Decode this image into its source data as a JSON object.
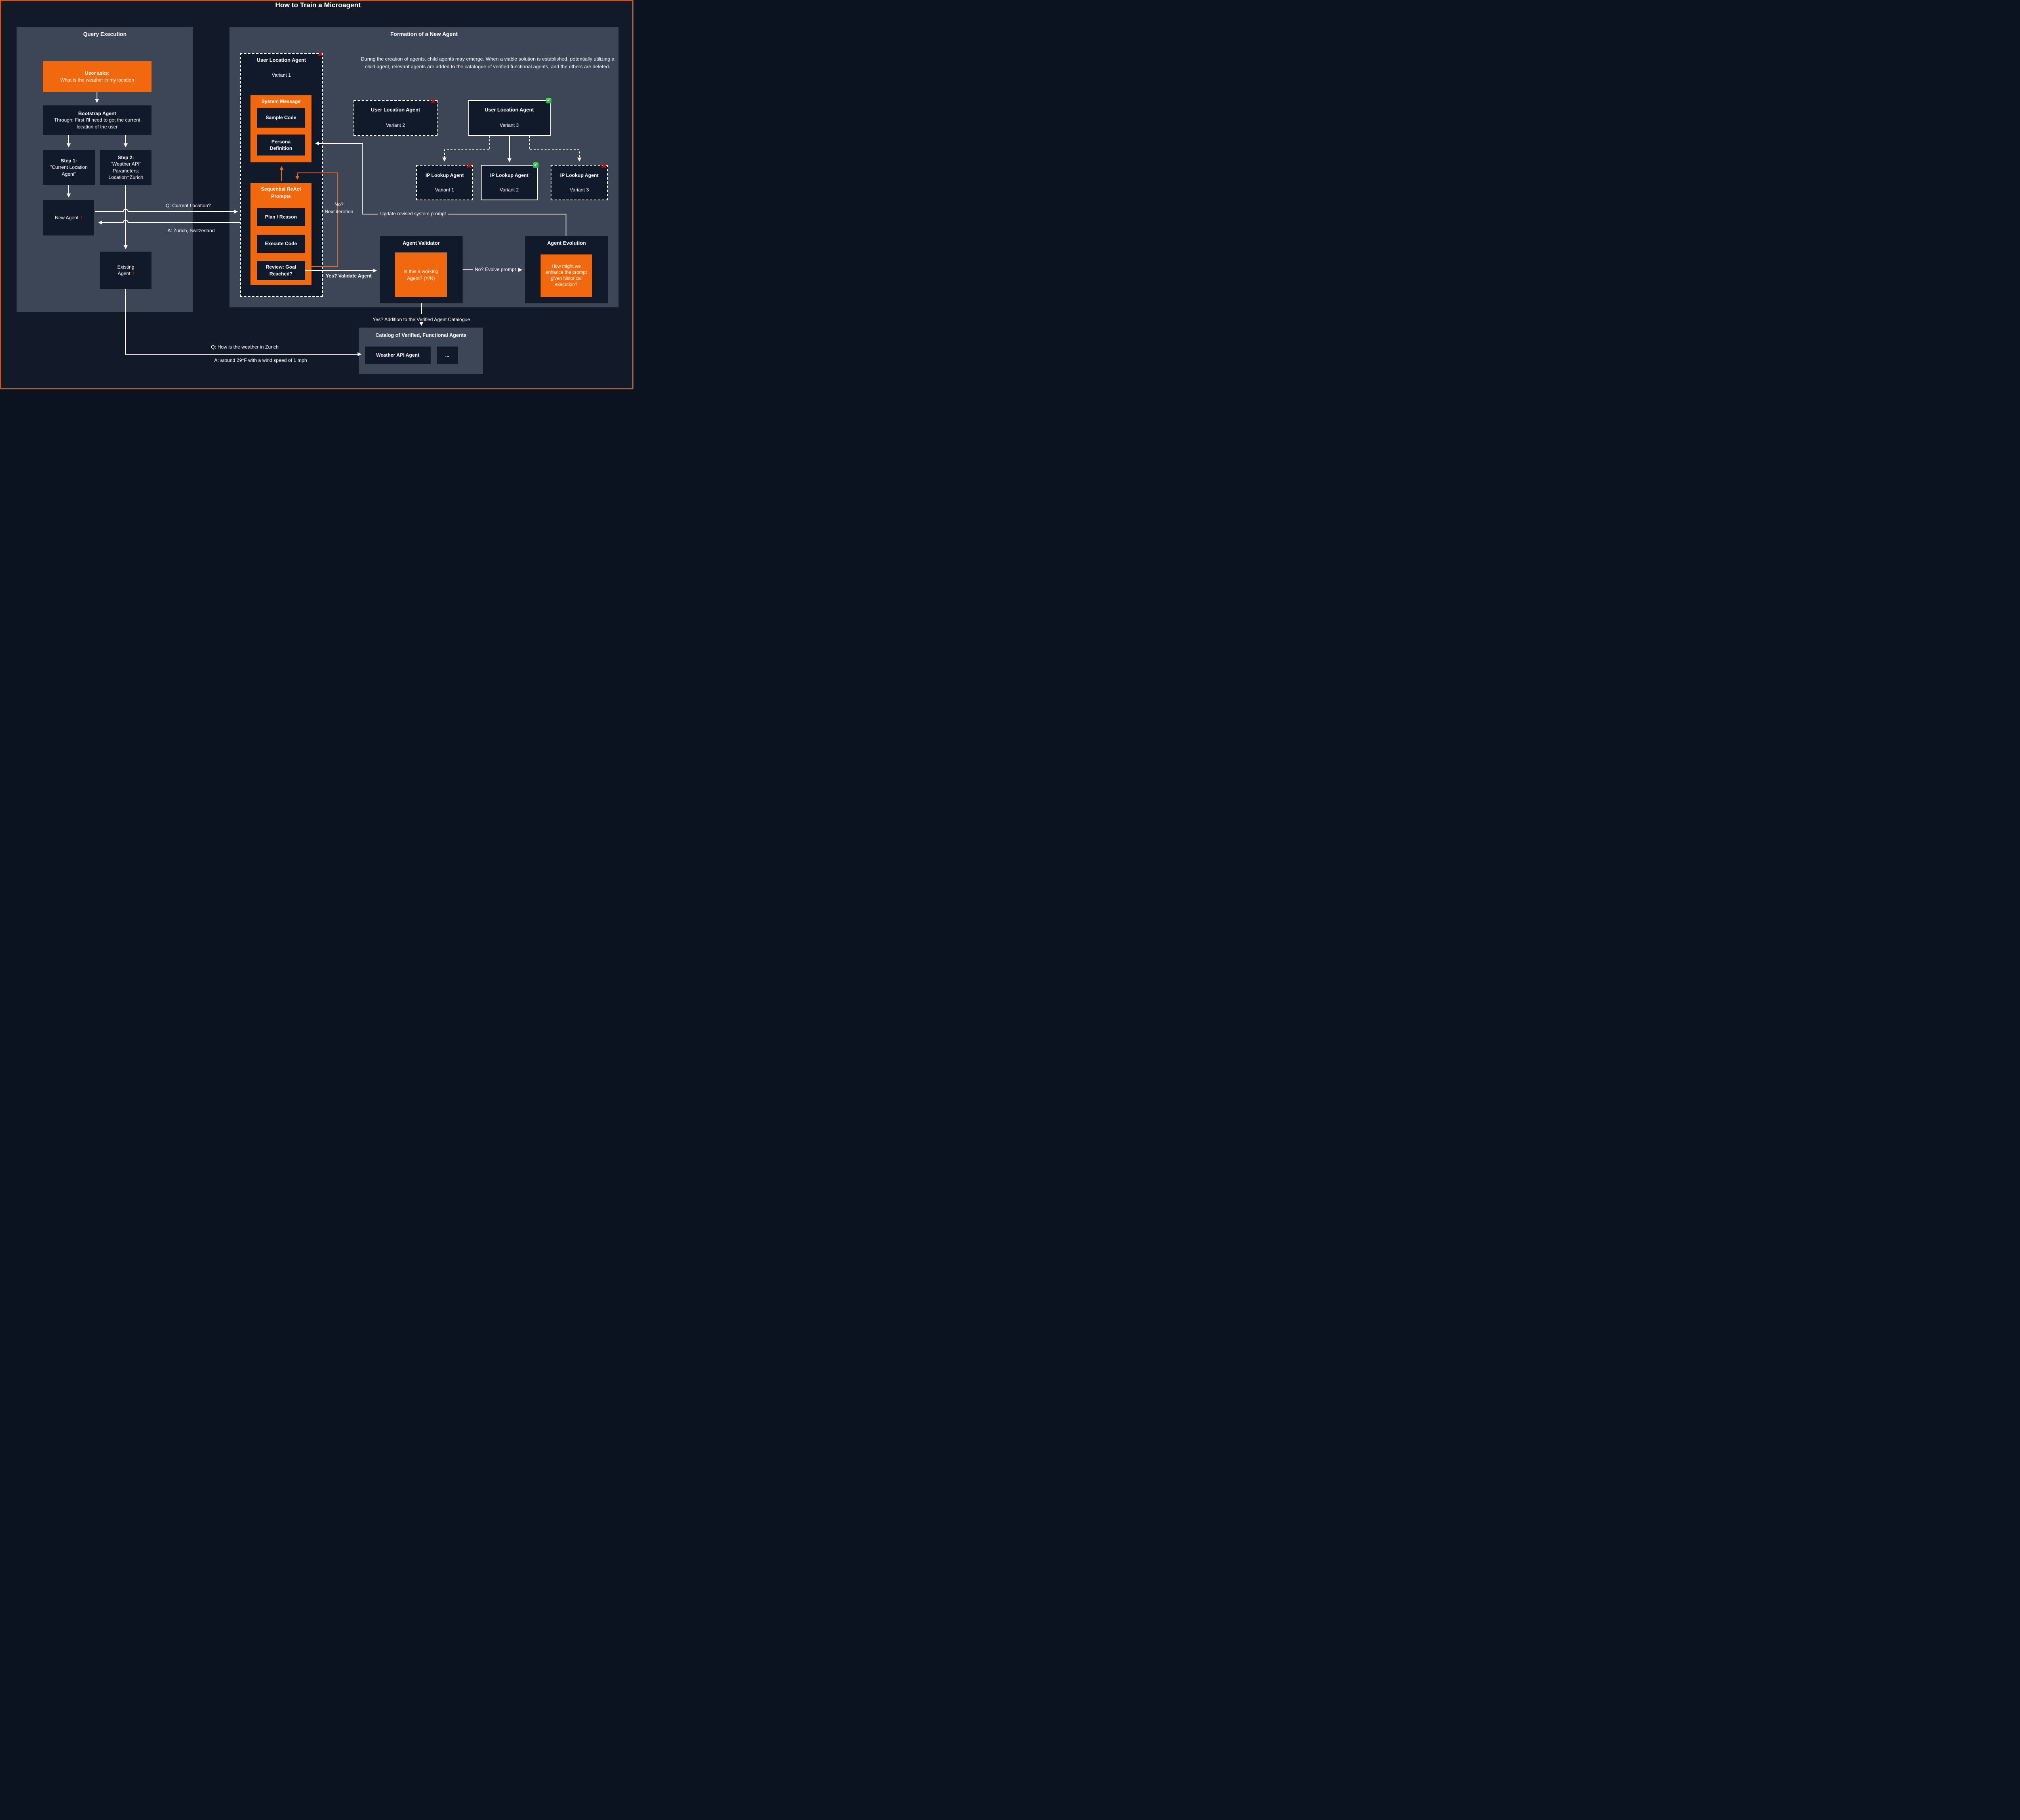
{
  "page": {
    "title": "How to Train a Microagent"
  },
  "icons": {
    "fail": "✕",
    "pass": "✓",
    "warn": "!"
  },
  "colors": {
    "orange": "#f1680e",
    "panel": "#3d4656",
    "node": "#111a2b",
    "background": "#121a29",
    "border": "#c05a1e",
    "fail_red": "#e10600",
    "pass_green": "#1fae47"
  },
  "query_execution": {
    "header": "Query Execution",
    "user_asks": {
      "title": "User asks:",
      "body": "What is the weather in my location"
    },
    "bootstrap": {
      "title": "Bootstrap Agent",
      "body": "Through: First I'll need to get the current location of the user"
    },
    "step1": {
      "title": "Step 1:",
      "body": "\"Current Location Agent\""
    },
    "step2": {
      "title": "Step 2:",
      "line1": "\"Weather API\"",
      "line2": "Parameters:",
      "line3": "Location=Zurich"
    },
    "new_agent": {
      "label": "New Agent"
    },
    "existing_agent": {
      "line1": "Existing",
      "line2": "Agent"
    }
  },
  "labels": {
    "q_current_location": "Q: Current Location?",
    "a_zurich": "A: Zurich, Switzerland",
    "no_line1": "No?",
    "no_line2": "Next iteration",
    "update_prompt": "Update revised system prompt",
    "yes_validate": "Yes? Validate Agent",
    "no_evolve": "No? Evolve prompt",
    "yes_addition": "Yes? Addition to the Verified Agent Catalogue",
    "q_weather": "Q: How is the weather in Zurich",
    "a_weather": "A: around 29°F with a wind speed of 1 mph"
  },
  "formation": {
    "header": "Formation of a New Agent",
    "description": "During the creation of agents, child agents may emerge. When a viable solution is established, potentially utilizing a child agent, relevant agents are added to the catalogue of verified functional agents, and the others are deleted.",
    "ula_v1": {
      "title": "User Location Agent",
      "variant": "Variant 1"
    },
    "system_message": {
      "title": "System Message",
      "items": [
        "Sample Code",
        "Persona Definition"
      ]
    },
    "react": {
      "title_line1": "Sequential ReAct",
      "title_line2": "Prompts",
      "items": [
        "Plan / Reason",
        "Execute Code",
        "Review: Goal Reached?"
      ]
    },
    "ula_v2": {
      "title": "User Location Agent",
      "variant": "Variant 2"
    },
    "ula_v3": {
      "title": "User Location Agent",
      "variant": "Variant 3"
    },
    "ip_v1": {
      "title": "IP Lookup Agent",
      "variant": "Variant 1"
    },
    "ip_v2": {
      "title": "IP Lookup Agent",
      "variant": "Variant 2"
    },
    "ip_v3": {
      "title": "IP Lookup Agent",
      "variant": "Variant 3"
    },
    "validator": {
      "title": "Agent Validator",
      "question": "Is this a working Agent? (Y/N)"
    },
    "evolution": {
      "title": "Agent Evolution",
      "question": "How might we enhance the prompt given historical execution?"
    },
    "catalog": {
      "title": "Catalog of Verified, Functional Agents",
      "items": [
        "Weather API Agent",
        "..."
      ]
    }
  }
}
